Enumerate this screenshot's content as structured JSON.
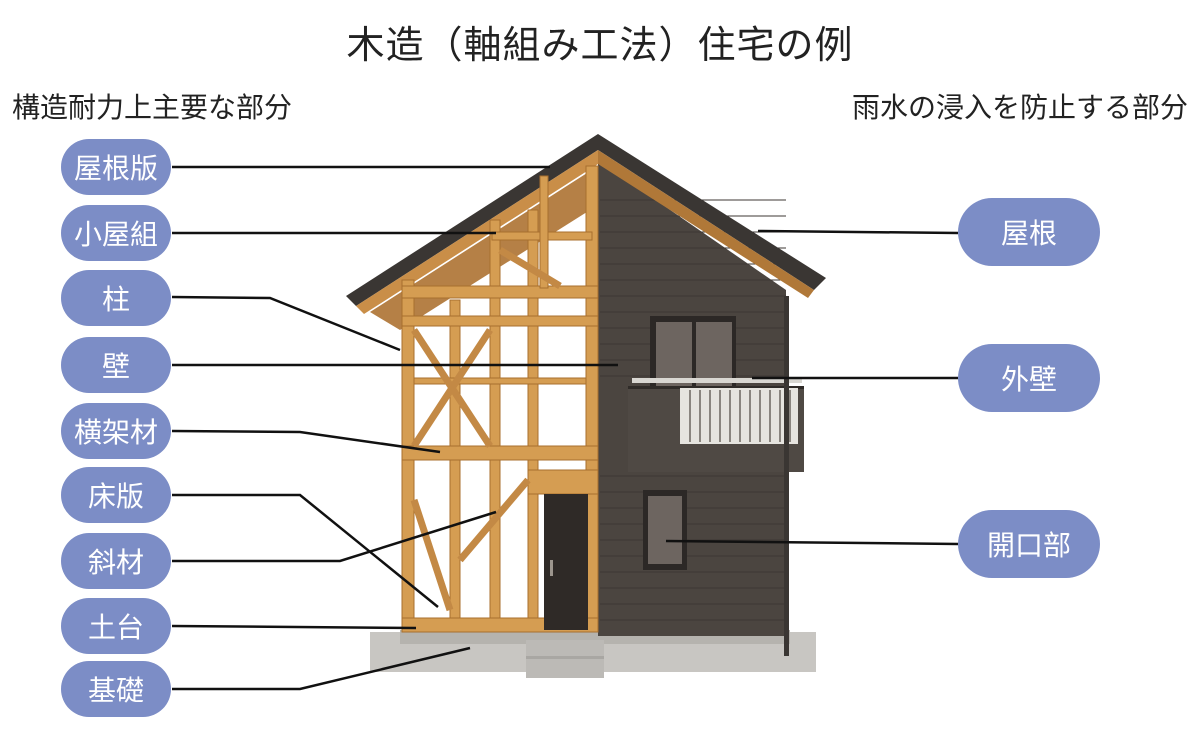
{
  "title": "木造（軸組み工法）住宅の例",
  "left_heading": "構造耐力上主要な部分",
  "right_heading": "雨水の浸入を防止する部分",
  "left_labels": [
    "屋根版",
    "小屋組",
    "柱",
    "壁",
    "横架材",
    "床版",
    "斜材",
    "土台",
    "基礎"
  ],
  "right_labels": [
    "屋根",
    "外壁",
    "開口部"
  ],
  "colors": {
    "pill": "#7c8dc6",
    "timber": "#d59d52",
    "timber_dark": "#a86f2e",
    "siding": "#4b4540",
    "roof": "#3a3633",
    "concrete": "#c8c6c2"
  }
}
